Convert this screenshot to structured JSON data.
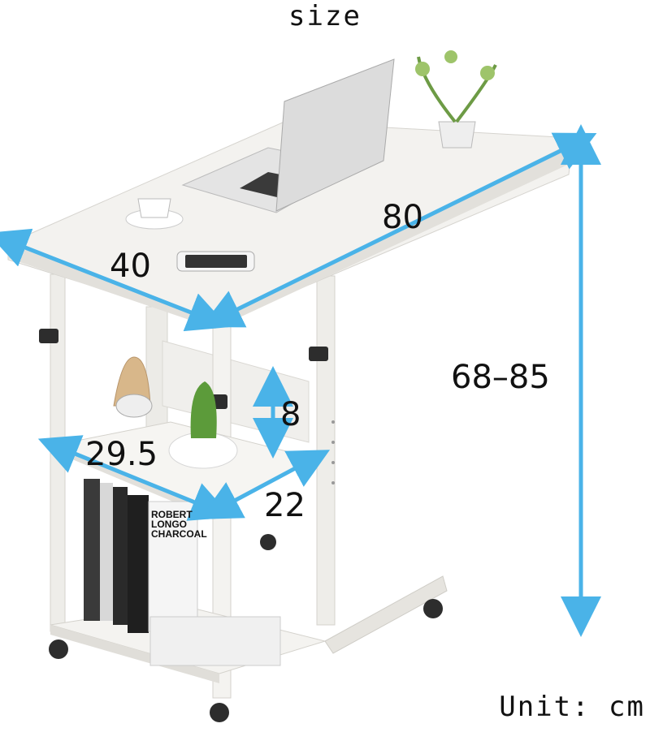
{
  "title": "size",
  "unit_label": "Unit: cm",
  "dimensions": {
    "top_length": "80",
    "top_depth": "40",
    "height_range": "68–85",
    "shelf_gap": "8",
    "shelf_width": "29.5",
    "shelf_depth": "22"
  },
  "book_spine_text": "ROBERT LONGO CHARCOAL",
  "colors": {
    "arrow": "#4ab3e8",
    "table_white": "#f3f2ef",
    "frame": "#e7e5e0",
    "wheel": "#2d2d2d"
  }
}
